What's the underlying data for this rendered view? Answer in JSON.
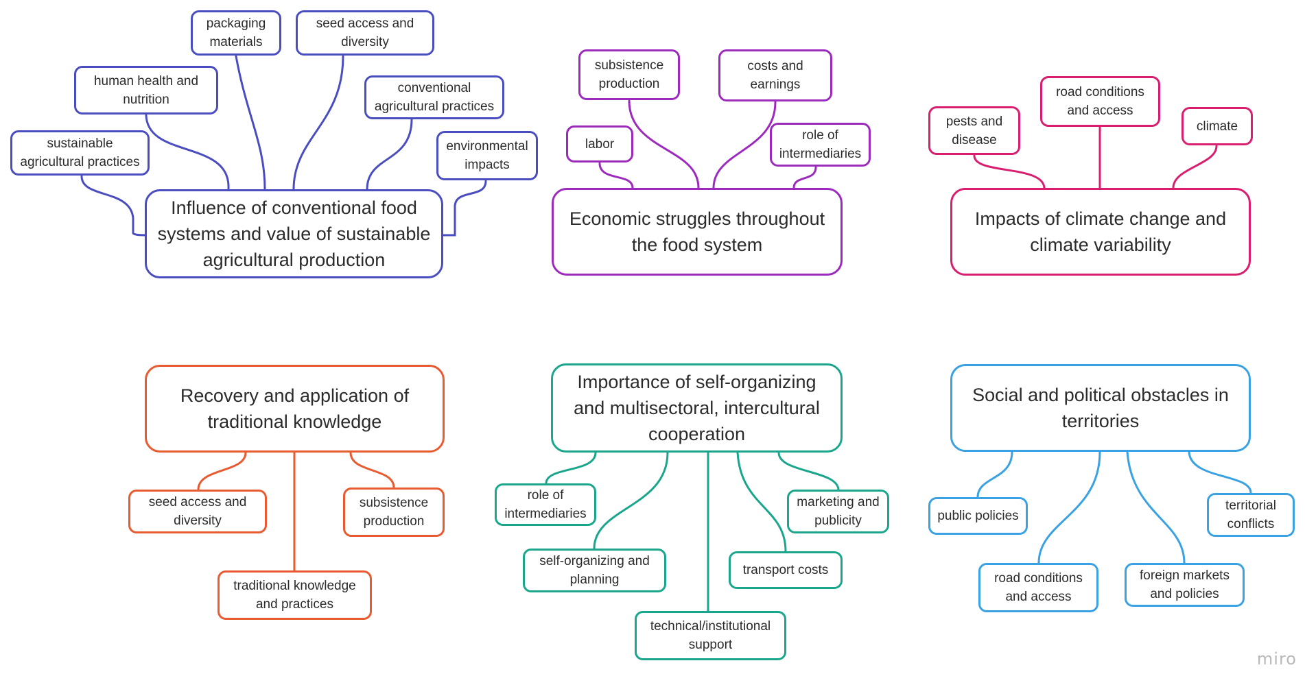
{
  "colors": {
    "indigo": "#4a4dbf",
    "purple": "#9c2bbd",
    "pink": "#d91e6f",
    "orange": "#e85a30",
    "teal": "#1aa68c",
    "blue": "#3aa2e2"
  },
  "clusters": [
    {
      "main": "Influence of conventional food\nsystems and value of sustainable\nagricultural production",
      "subs": [
        "sustainable\nagricultural practices",
        "human health and\nnutrition",
        "packaging\nmaterials",
        "seed access and\ndiversity",
        "conventional\nagricultural practices",
        "environmental\nimpacts"
      ]
    },
    {
      "main": "Economic struggles throughout\nthe food system",
      "subs": [
        "labor",
        "subsistence\nproduction",
        "costs and\nearnings",
        "role of\nintermediaries"
      ]
    },
    {
      "main": "Impacts of climate change and\nclimate variability",
      "subs": [
        "pests and\ndisease",
        "road conditions\nand access",
        "climate"
      ]
    },
    {
      "main": "Recovery and application of\ntraditional knowledge",
      "subs": [
        "seed access and\ndiversity",
        "traditional knowledge\nand practices",
        "subsistence\nproduction"
      ]
    },
    {
      "main": "Importance of self-organizing\nand multisectoral, intercultural\ncooperation",
      "subs": [
        "role of\nintermediaries",
        "self-organizing and\nplanning",
        "technical/institutional\nsupport",
        "transport costs",
        "marketing and\npublicity"
      ]
    },
    {
      "main": "Social and political obstacles in\nterritories",
      "subs": [
        "public policies",
        "road conditions\nand access",
        "foreign markets\nand policies",
        "territorial\nconflicts"
      ]
    }
  ],
  "watermark": "miro"
}
